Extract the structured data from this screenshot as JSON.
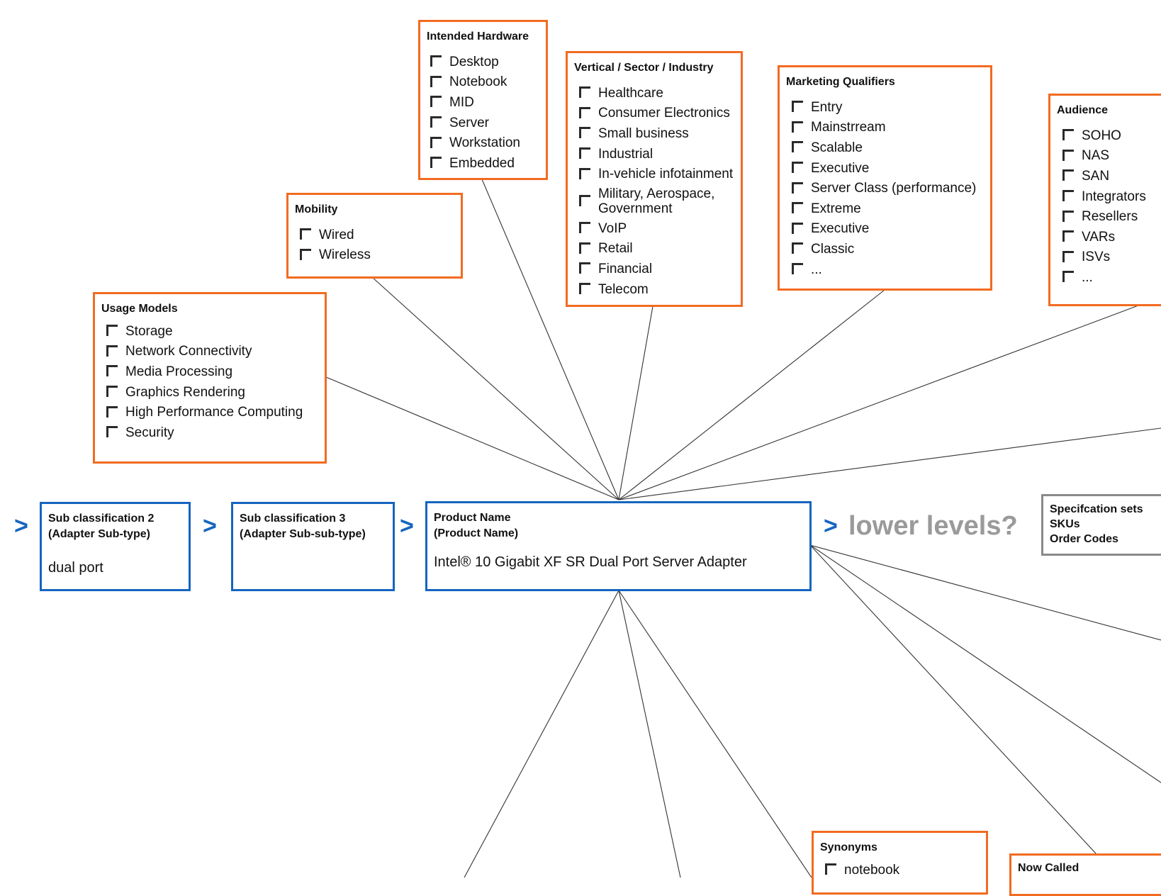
{
  "intended_hardware": {
    "title": "Intended Hardware",
    "items": [
      "Desktop",
      "Notebook",
      "MID",
      "Server",
      "Workstation",
      "Embedded"
    ]
  },
  "vertical": {
    "title": "Vertical / Sector / Industry",
    "items": [
      "Healthcare",
      "Consumer Electronics",
      "Small business",
      "Industrial",
      "In-vehicle infotainment",
      "Military, Aerospace, Government",
      "VoIP",
      "Retail",
      "Financial",
      "Telecom"
    ]
  },
  "marketing": {
    "title": "Marketing Qualifiers",
    "items": [
      "Entry",
      "Mainstrream",
      "Scalable",
      "Executive",
      "Server Class (performance)",
      "Extreme",
      "Executive",
      "Classic",
      "..."
    ]
  },
  "audience": {
    "title": "Audience",
    "items": [
      "SOHO",
      "NAS",
      "SAN",
      "Integrators",
      "Resellers",
      "VARs",
      "ISVs",
      "..."
    ]
  },
  "mobility": {
    "title": "Mobility",
    "items": [
      "Wired",
      "Wireless"
    ]
  },
  "usage_models": {
    "title": "Usage Models",
    "items": [
      "Storage",
      "Network Connectivity",
      "Media Processing",
      "Graphics Rendering",
      "High Performance Computing",
      "Security"
    ]
  },
  "sub2": {
    "title": "Sub classification 2\n(Adapter Sub-type)",
    "value": "dual port"
  },
  "sub3": {
    "title": "Sub classification 3\n(Adapter Sub-sub-type)",
    "value": ""
  },
  "product": {
    "title": "Product Name\n(Product Name)",
    "value": "Intel® 10 Gigabit XF SR Dual Port Server Adapter"
  },
  "arrow_glyph": ">",
  "lower_levels": "lower levels?",
  "spec_sets": "Specifcation sets\nSKUs\nOrder Codes",
  "synonyms": {
    "title": "Synonyms",
    "items": [
      "notebook"
    ]
  },
  "now_called": {
    "title": "Now Called"
  },
  "colors": {
    "orange_border": "#f26b21",
    "blue_border": "#1565c0",
    "gray_border": "#8a8a8a",
    "lower_levels_text": "#9a9a9a"
  }
}
